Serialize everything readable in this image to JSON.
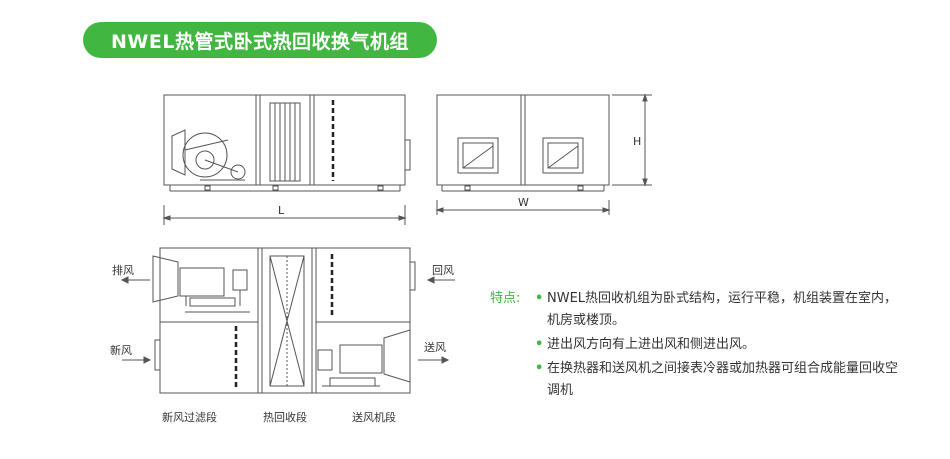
{
  "title": "NWEL热管式卧式热回收换气机组",
  "dimensions": {
    "length": "L",
    "width": "W",
    "height": "H"
  },
  "plan_labels": {
    "exhaust_air": "排风",
    "return_air": "回风",
    "fresh_air": "新风",
    "supply_air": "送风"
  },
  "sections": {
    "fresh_filter": "新风过滤段",
    "heat_recovery": "热回收段",
    "supply_fan": "送风机段"
  },
  "features": {
    "label": "特点:",
    "items": [
      "NWEL热回收机组为卧式结构，运行平稳，机组装置在室内，机房或楼顶。",
      "进出风方向有上进出风和侧进出风。",
      "在换热器和送风机之间接表冷器或加热器可组合成能量回收空调机"
    ]
  },
  "colors": {
    "accent": "#41b640",
    "line": "#555555"
  }
}
